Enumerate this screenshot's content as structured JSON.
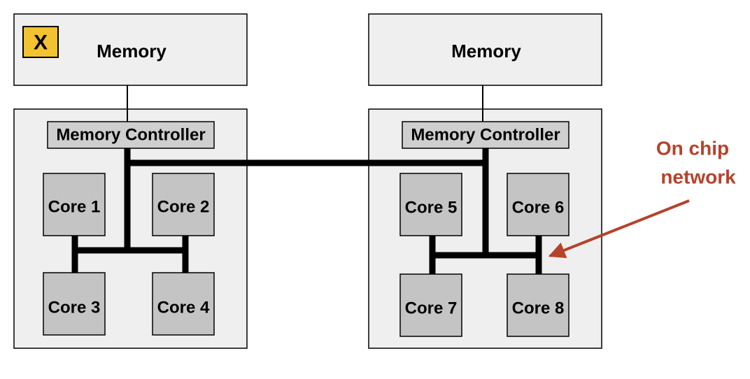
{
  "diagram": {
    "left_node": {
      "memory_label": "Memory",
      "controller_label": "Memory Controller",
      "cores": [
        "Core 1",
        "Core 2",
        "Core 3",
        "Core 4"
      ]
    },
    "right_node": {
      "memory_label": "Memory",
      "controller_label": "Memory Controller",
      "cores": [
        "Core 5",
        "Core 6",
        "Core 7",
        "Core 8"
      ]
    },
    "data_marker": "X",
    "network_annotation": [
      "On chip",
      "network"
    ],
    "colors": {
      "box_fill": "#efefef",
      "core_fill": "#c4c4c4",
      "controller_fill": "#cfcfcf",
      "marker_fill": "#f2c230",
      "annotation": "#b5432b",
      "wire": "#000000"
    }
  }
}
